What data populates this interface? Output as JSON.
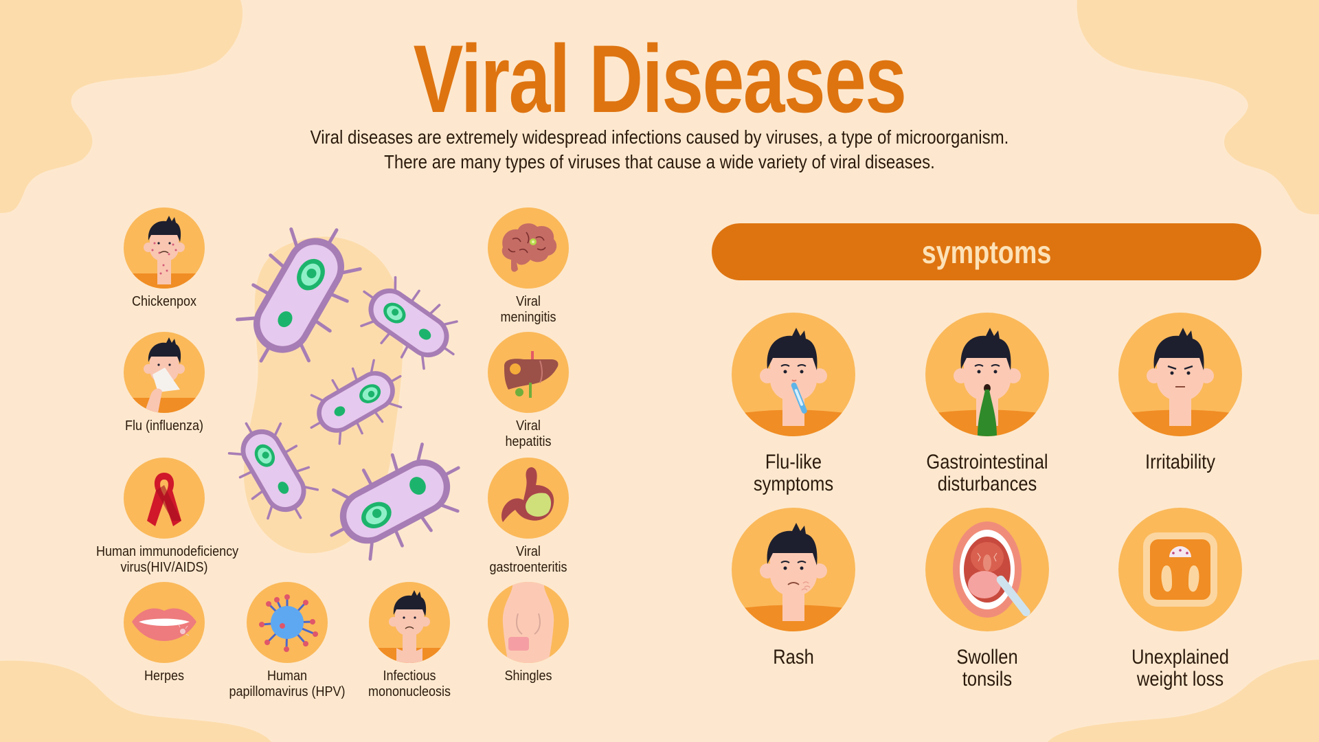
{
  "header": {
    "title": "Viral Diseases",
    "description": [
      "Viral diseases are extremely widespread infections caused by viruses, a type of microorganism.",
      "There are many types of viruses that cause a wide variety of viral diseases."
    ]
  },
  "colors": {
    "accent": "#de7410",
    "background": "#fde8cf",
    "blob": "#fddcac",
    "icon_circle": "#fbb95a",
    "text": "#2b1a0c",
    "symptoms_text": "#fde2b8",
    "virus_body": "#e6c9ee",
    "virus_outline": "#a77db5",
    "virus_nucleus": "#1cb46c"
  },
  "diseases": [
    {
      "icon": "chickenpox-face-icon",
      "label_lines": [
        "Chickenpox"
      ]
    },
    {
      "icon": "flu-tissue-face-icon",
      "label_lines": [
        "Flu (influenza)"
      ]
    },
    {
      "icon": "red-ribbon-icon",
      "label_lines": [
        "Human immunodeficiency",
        "virus(HIV/AIDS)"
      ]
    },
    {
      "icon": "lips-herpes-icon",
      "label_lines": [
        "Herpes"
      ]
    },
    {
      "icon": "hpv-virus-icon",
      "label_lines": [
        "Human",
        "papillomavirus (HPV)"
      ]
    },
    {
      "icon": "sad-face-icon",
      "label_lines": [
        "Infectious",
        "mononucleosis"
      ]
    },
    {
      "icon": "back-rash-icon",
      "label_lines": [
        "Shingles"
      ]
    },
    {
      "icon": "brain-icon",
      "label_lines": [
        "Viral",
        "meningitis"
      ]
    },
    {
      "icon": "liver-icon",
      "label_lines": [
        "Viral",
        "hepatitis"
      ]
    },
    {
      "icon": "stomach-icon",
      "label_lines": [
        "Viral",
        "gastroenteritis"
      ]
    }
  ],
  "symptoms": {
    "heading": "symptoms",
    "items": [
      {
        "icon": "thermometer-face-icon",
        "label_lines": [
          "Flu-like",
          "symptoms"
        ]
      },
      {
        "icon": "vomit-face-icon",
        "label_lines": [
          "Gastrointestinal",
          "disturbances"
        ]
      },
      {
        "icon": "angry-face-icon",
        "label_lines": [
          "Irritability"
        ]
      },
      {
        "icon": "rash-face-icon",
        "label_lines": [
          "Rash"
        ]
      },
      {
        "icon": "open-mouth-tonsils-icon",
        "label_lines": [
          "Swollen",
          "tonsils"
        ]
      },
      {
        "icon": "weight-scale-icon",
        "label_lines": [
          "Unexplained",
          "weight loss"
        ]
      }
    ]
  }
}
